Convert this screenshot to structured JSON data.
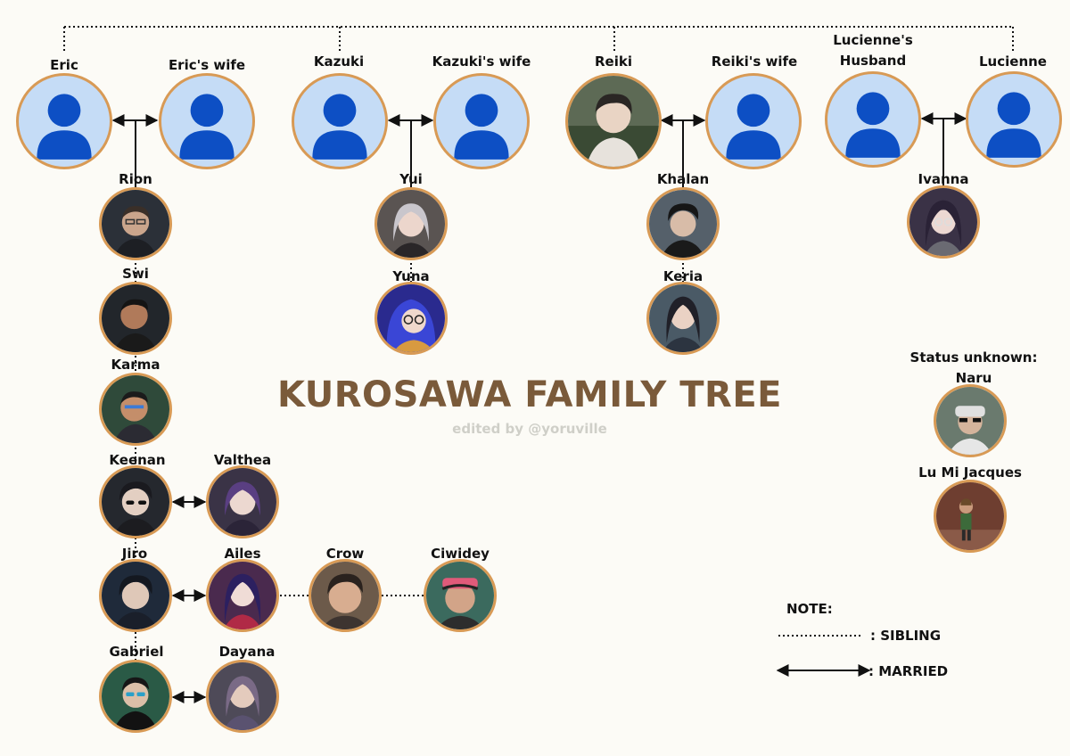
{
  "title": "KUROSAWA FAMILY TREE",
  "subtitle": "edited by @yoruville",
  "colors": {
    "title": "#7a5a3a",
    "avatar_border": "#d89a55",
    "placeholder_bg": "#c5dcf6",
    "placeholder_figure": "#0d4fc4"
  },
  "members": {
    "eric": {
      "name": "Eric",
      "icon": "default-avatar-icon"
    },
    "eric_wife": {
      "name": "Eric's wife",
      "icon": "default-avatar-icon"
    },
    "kazuki": {
      "name": "Kazuki",
      "icon": "default-avatar-icon"
    },
    "kazuki_wife": {
      "name": "Kazuki's wife",
      "icon": "default-avatar-icon"
    },
    "reiki": {
      "name": "Reiki",
      "icon": "portrait-icon"
    },
    "reiki_wife": {
      "name": "Reiki's wife",
      "icon": "default-avatar-icon"
    },
    "lucienne_husband": {
      "name": "Lucienne's\nHusband",
      "icon": "default-avatar-icon"
    },
    "lucienne": {
      "name": "Lucienne",
      "icon": "default-avatar-icon"
    },
    "rion": {
      "name": "Rion",
      "icon": "portrait-icon"
    },
    "swi": {
      "name": "Swi",
      "icon": "portrait-icon"
    },
    "karma": {
      "name": "Karma",
      "icon": "portrait-icon"
    },
    "keenan": {
      "name": "Keenan",
      "icon": "portrait-icon"
    },
    "valthea": {
      "name": "Valthea",
      "icon": "portrait-icon"
    },
    "jiro": {
      "name": "Jiro",
      "icon": "portrait-icon"
    },
    "ailes": {
      "name": "Ailes",
      "icon": "portrait-icon"
    },
    "crow": {
      "name": "Crow",
      "icon": "portrait-icon"
    },
    "ciwidey": {
      "name": "Ciwidey",
      "icon": "portrait-icon"
    },
    "gabriel": {
      "name": "Gabriel",
      "icon": "portrait-icon"
    },
    "dayana": {
      "name": "Dayana",
      "icon": "portrait-icon"
    },
    "yui": {
      "name": "Yui",
      "icon": "portrait-icon"
    },
    "yuna": {
      "name": "Yuna",
      "icon": "portrait-icon"
    },
    "khalan": {
      "name": "Khalan",
      "icon": "portrait-icon"
    },
    "keria": {
      "name": "Keria",
      "icon": "portrait-icon"
    },
    "ivanna": {
      "name": "Ivanna",
      "icon": "portrait-icon"
    },
    "naru": {
      "name": "Status unknown:\nNaru",
      "icon": "portrait-icon"
    },
    "lu_mi_jacques": {
      "name": "Lu Mi Jacques",
      "icon": "portrait-icon"
    }
  },
  "legend": {
    "heading": "NOTE:",
    "sibling": ": SIBLING",
    "married": ": MARRIED"
  }
}
